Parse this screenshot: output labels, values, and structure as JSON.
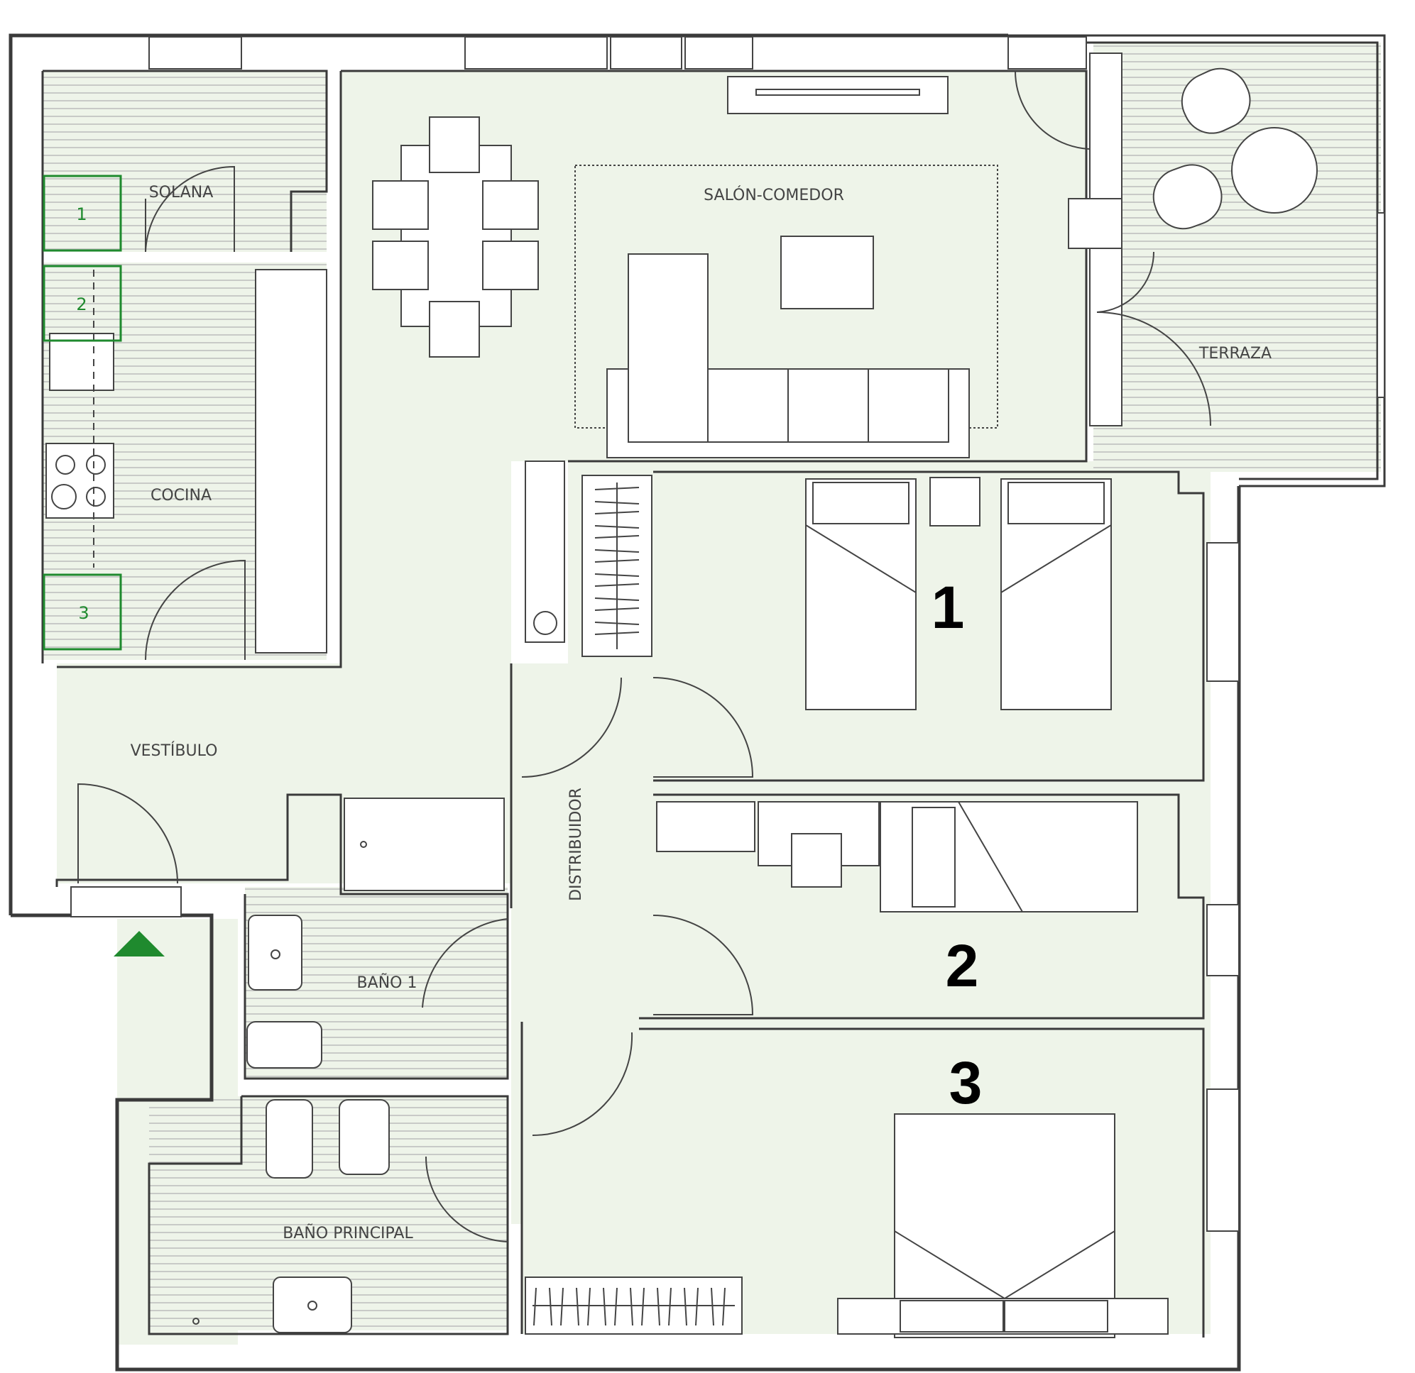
{
  "colors": {
    "floor": "#eef4e9",
    "wall": "#3a3a3a",
    "accent": "#1f8a2e",
    "hatch": "#bcbcbc"
  },
  "rooms": {
    "solana": "SOLANA",
    "cocina": "COCINA",
    "vestibulo": "VESTÍBULO",
    "salon": "SALÓN-COMEDOR",
    "terraza": "TERRAZA",
    "distribuidor": "DISTRIBUIDOR",
    "bano1": "BAÑO 1",
    "bano_principal": "BAÑO PRINCIPAL"
  },
  "bedrooms": [
    "1",
    "2",
    "3"
  ],
  "kitchen_markers": [
    "1",
    "2",
    "3"
  ],
  "entrance_icon": "entrance-triangle-icon"
}
